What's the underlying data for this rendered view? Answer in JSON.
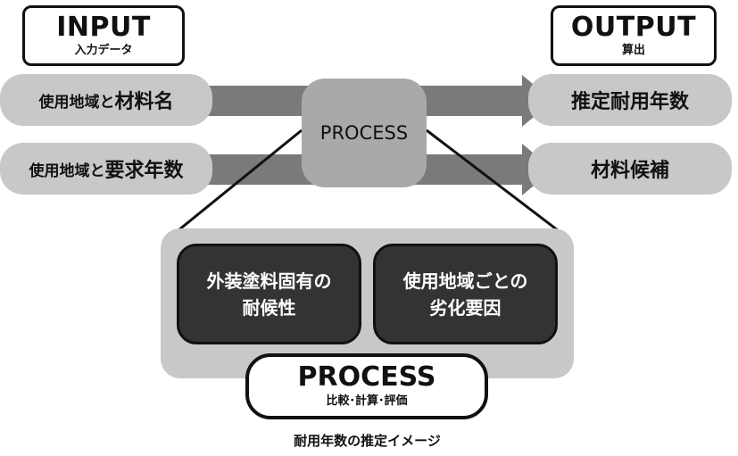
{
  "input": {
    "title": "INPUT",
    "subtitle": "入力データ"
  },
  "output": {
    "title": "OUTPUT",
    "subtitle": "算出"
  },
  "inputs": [
    {
      "prefix": "使用地域と",
      "main": "材料名"
    },
    {
      "prefix": "使用地域と",
      "main": "要求年数"
    }
  ],
  "outputs": [
    "推定耐用年数",
    "材料候補"
  ],
  "process_center": "PROCESS",
  "factors": [
    {
      "line1": "外装塗料固有の",
      "line2": "耐候性"
    },
    {
      "line1": "使用地域ごとの",
      "line2": "劣化要因"
    }
  ],
  "process_bottom": {
    "title": "PROCESS",
    "subtitle": "比較･計算･評価"
  },
  "caption": "耐用年数の推定イメージ",
  "colors": {
    "pill": "#c8c8c8",
    "arrow": "#7a7a7a",
    "process": "#a9a9a9",
    "dark": "#333333"
  }
}
